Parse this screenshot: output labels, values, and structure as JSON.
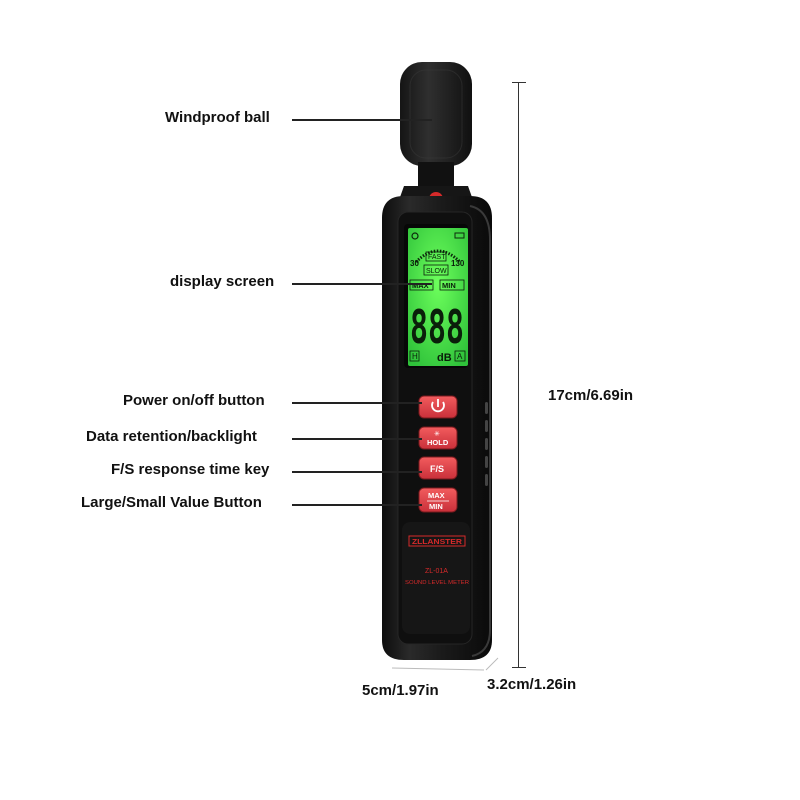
{
  "callouts": {
    "windproof_ball": "Windproof ball",
    "display_screen": "display screen",
    "power_button": "Power on/off button",
    "data_retention": "Data retention/backlight",
    "fs_key": "F/S response time key",
    "maxmin_button": "Large/Small Value Button"
  },
  "dimensions": {
    "height": "17cm/6.69in",
    "width": "5cm/1.97in",
    "depth": "3.2cm/1.26in"
  },
  "lcd": {
    "range_low": "30",
    "range_high": "130",
    "fast": "FAST",
    "slow": "SLOW",
    "max": "MAX",
    "min": "MIN",
    "digits": "888",
    "h_flag": "H",
    "unit": "dB",
    "a_flag": "A"
  },
  "buttons": {
    "hold": "HOLD",
    "fs": "F/S",
    "max": "MAX",
    "min": "MIN"
  },
  "branding": {
    "brand": "ZLLANSTER",
    "model": "ZL-01A",
    "product": "SOUND LEVEL METER"
  },
  "colors": {
    "body": "#1b1b1b",
    "lcd_green": "#3fe04a",
    "button_red": "#e8474a",
    "accent_red": "#d62a2a"
  }
}
